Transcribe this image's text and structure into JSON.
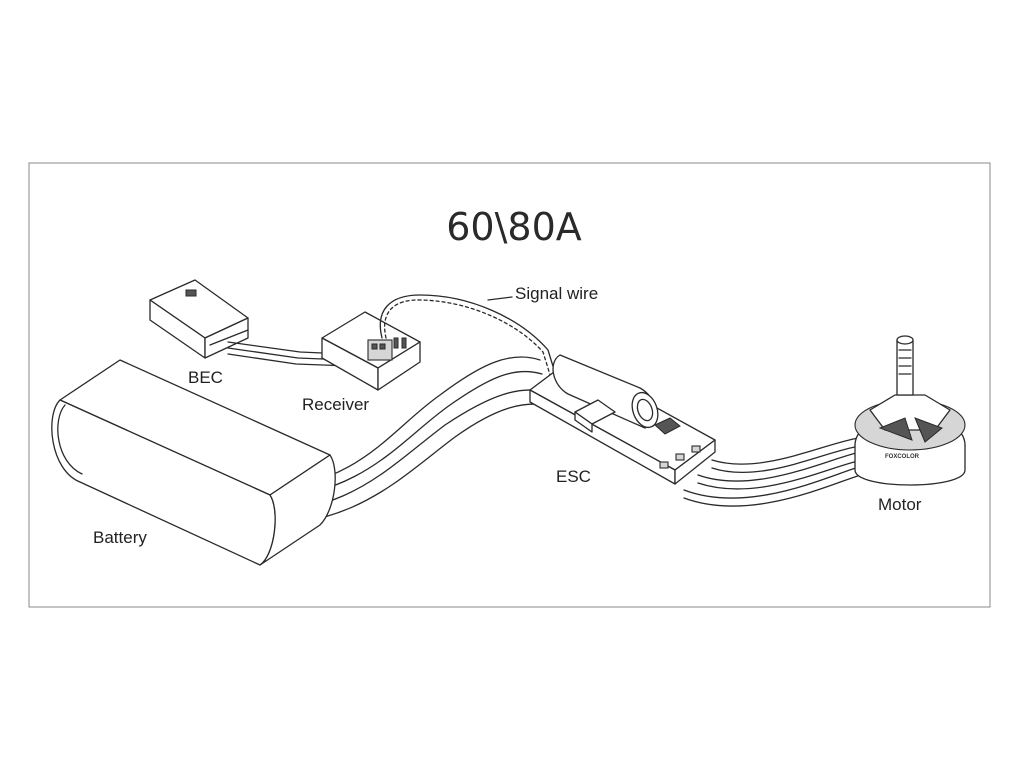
{
  "title": "60\\80A",
  "labels": {
    "signal_wire": "Signal wire",
    "bec": "BEC",
    "receiver": "Receiver",
    "battery": "Battery",
    "esc": "ESC",
    "motor": "Motor"
  },
  "motor_brand": "FOXCOLOR"
}
